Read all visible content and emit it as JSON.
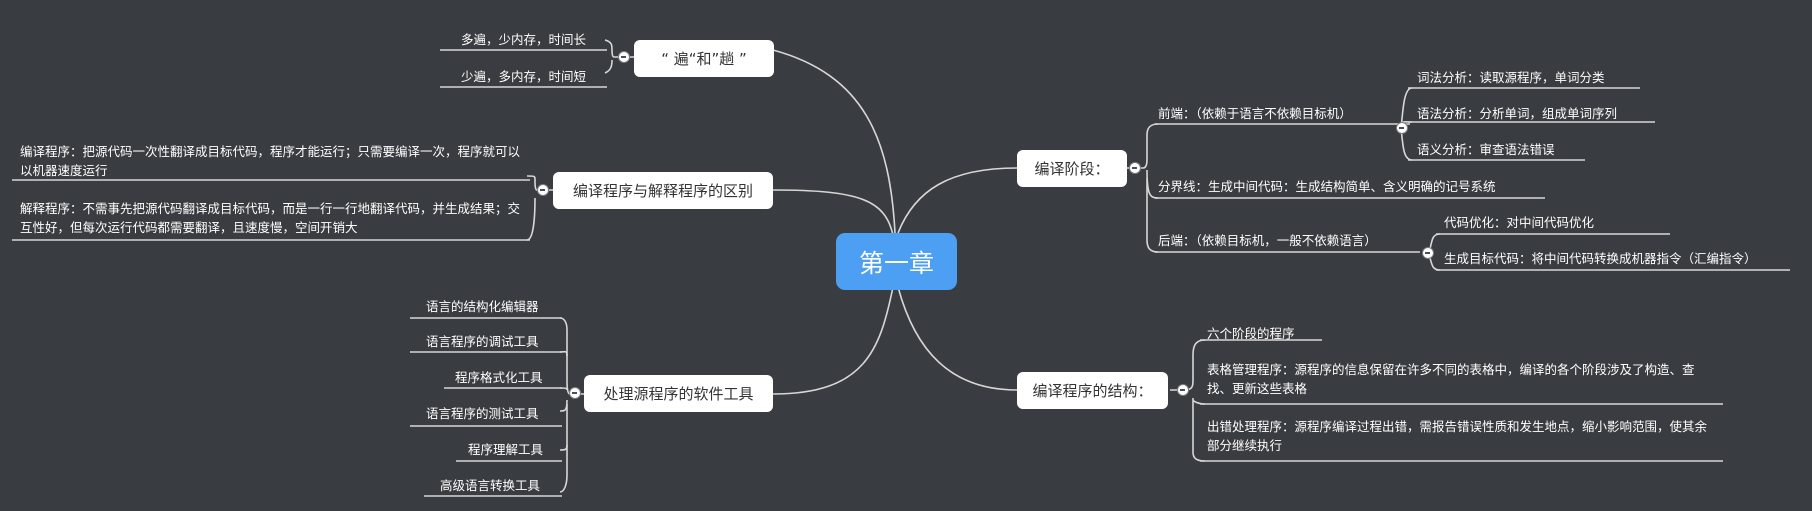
{
  "root": {
    "label": "第一章"
  },
  "branches": {
    "bian_he_tang": {
      "label": "“ 遍“和”趟 ”",
      "children": [
        "多遍，少内存，时间长",
        "少遍，多内存，时间短"
      ]
    },
    "compiler_vs_interpreter": {
      "label": "编译程序与解释程序的区别",
      "children": [
        "编译程序：把源代码一次性翻译成目标代码，程序才能运行；只需要编译一次，程序就可以以机器速度运行",
        "解释程序：不需事先把源代码翻译成目标代码，而是一行一行地翻译代码，并生成结果；交互性好，但每次运行代码都需要翻译，且速度慢，空间开销大"
      ]
    },
    "tools": {
      "label": "处理源程序的软件工具",
      "children": [
        "语言的结构化编辑器",
        "语言程序的调试工具",
        "程序格式化工具",
        "语言程序的测试工具",
        "程序理解工具",
        "高级语言转换工具"
      ]
    },
    "phases": {
      "label": "编译阶段：",
      "front": {
        "label": "前端：（依赖于语言不依赖目标机）",
        "children": [
          "词法分析：读取源程序，单词分类",
          "语法分析：分析单词，组成单词序列",
          "语义分析：审查语法错误"
        ]
      },
      "boundary": {
        "label": "分界线：生成中间代码：生成结构简单、含义明确的记号系统"
      },
      "back": {
        "label": "后端：（依赖目标机，一般不依赖语言）",
        "children": [
          "代码优化：对中间代码优化",
          "生成目标代码：将中间代码转换成机器指令（汇编指令）"
        ]
      }
    },
    "structure": {
      "label": "编译程序的结构：",
      "children": [
        "六个阶段的程序",
        "表格管理程序：源程序的信息保留在许多不同的表格中，编译的各个阶段涉及了构造、查找、更新这些表格",
        "出错处理程序：源程序编译过程出错，需报告错误性质和发生地点，缩小影响范围，使其余部分继续执行"
      ]
    }
  }
}
